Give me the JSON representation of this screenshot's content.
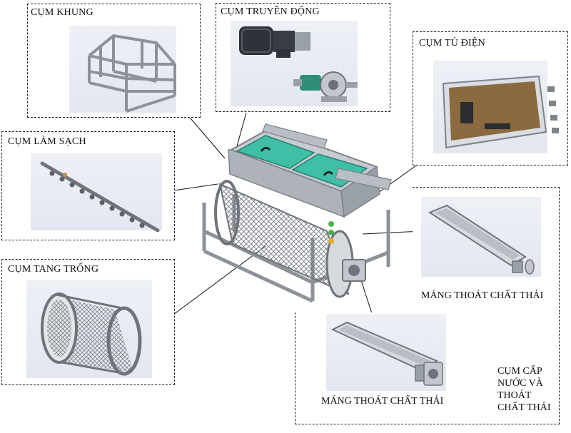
{
  "labels": {
    "frame": "CỤM KHUNG",
    "drive": "CỤM TRUYỀN ĐỘNG",
    "cabinet": "CỤM TỦ ĐIỆN",
    "cleaning": "CỤM LÀM SẠCH",
    "drum": "CỤM TANG TRỐNG",
    "waste_chute_upper": "MÁNG THOÁT CHẤT THẢI",
    "waste_chute_lower": "MÁNG THOÁT CHẤT THẢI",
    "water_group": "CỤM CẤP NƯỚC VÀ THOÁT CHẤT THẢI"
  },
  "colors": {
    "lid": "#3fbfa6",
    "steel": "#b9bdc4",
    "panel": "#8a6a3e",
    "drive_green": "#2e8e78",
    "motor": "#2f3238"
  }
}
